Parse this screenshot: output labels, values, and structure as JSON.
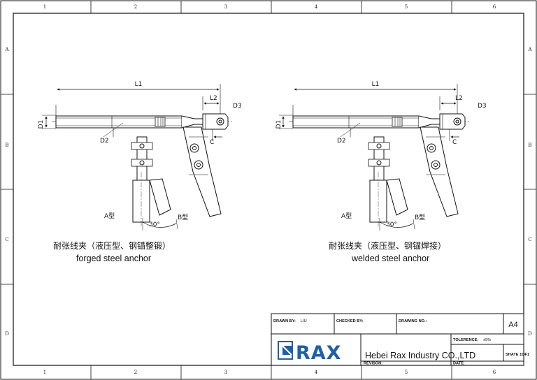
{
  "frame": {
    "columns": [
      "1",
      "2",
      "3",
      "4",
      "5",
      "6"
    ],
    "rows": [
      "A",
      "B",
      "C",
      "D"
    ]
  },
  "views": [
    {
      "labels": {
        "l1": "L1",
        "l2": "L2",
        "d1": "D1",
        "d2": "D2",
        "d3": "D3",
        "c": "C",
        "type_a": "A型",
        "type_b": "B型",
        "angle": "30°"
      },
      "caption_cn": "耐张线夹（液压型、钢锚整锻）",
      "caption_en": "forged steel anchor"
    },
    {
      "labels": {
        "l1": "L1",
        "l2": "L2",
        "d1": "D1",
        "d2": "D2",
        "d3": "D3",
        "c": "C",
        "type_a": "A型",
        "type_b": "B型",
        "angle": "30°"
      },
      "caption_cn": "耐张线夹（液压型、钢锚焊接）",
      "caption_en": "welded steel anchor"
    }
  ],
  "title_block": {
    "drawn_by_label": "DRAWN BY:",
    "drawn_by_value": "LIU",
    "checked_by_label": "CHECKED BY:",
    "drawing_no_label": "DRAWING NO.:",
    "sheet_size": "A4",
    "tolerance_label": "TOLERENCE:",
    "tolerance_value": "±5%",
    "logo_text": "RAX",
    "company": "Hebei Rax Industry CO.,LTD",
    "sheet": "SHATE 1OF1",
    "revision_label": "REVISON:",
    "date_label": "DATE:"
  },
  "colors": {
    "logo": "#1f5fa6",
    "line": "#111111"
  }
}
